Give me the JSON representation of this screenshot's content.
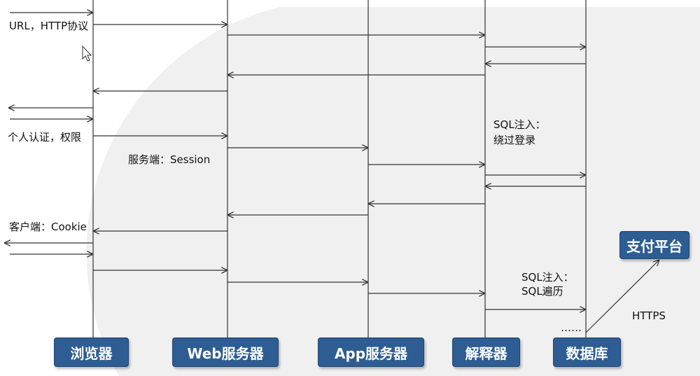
{
  "participants": [
    {
      "key": "browser",
      "label": "浏览器"
    },
    {
      "key": "web",
      "label": "Web服务器"
    },
    {
      "key": "app",
      "label": "App服务器"
    },
    {
      "key": "interpreter",
      "label": "解释器"
    },
    {
      "key": "database",
      "label": "数据库"
    }
  ],
  "payment": {
    "label": "支付平台"
  },
  "notes": {
    "url_http": "URL，HTTP协议",
    "auth": "个人认证，权限",
    "server_session": "服务端：Session",
    "client_cookie": "客户端：Cookie",
    "sqli_login_1": "SQL注入：",
    "sqli_login_2": "绕过登录",
    "sqli_traverse_1": "SQL注入：",
    "sqli_traverse_2": "SQL遍历",
    "https": "HTTPS",
    "ellipsis": "……"
  },
  "colors": {
    "box_fill": "#2d5d92",
    "box_text": "#ffffff",
    "line": "#333333",
    "background_arc": "#ececec"
  }
}
